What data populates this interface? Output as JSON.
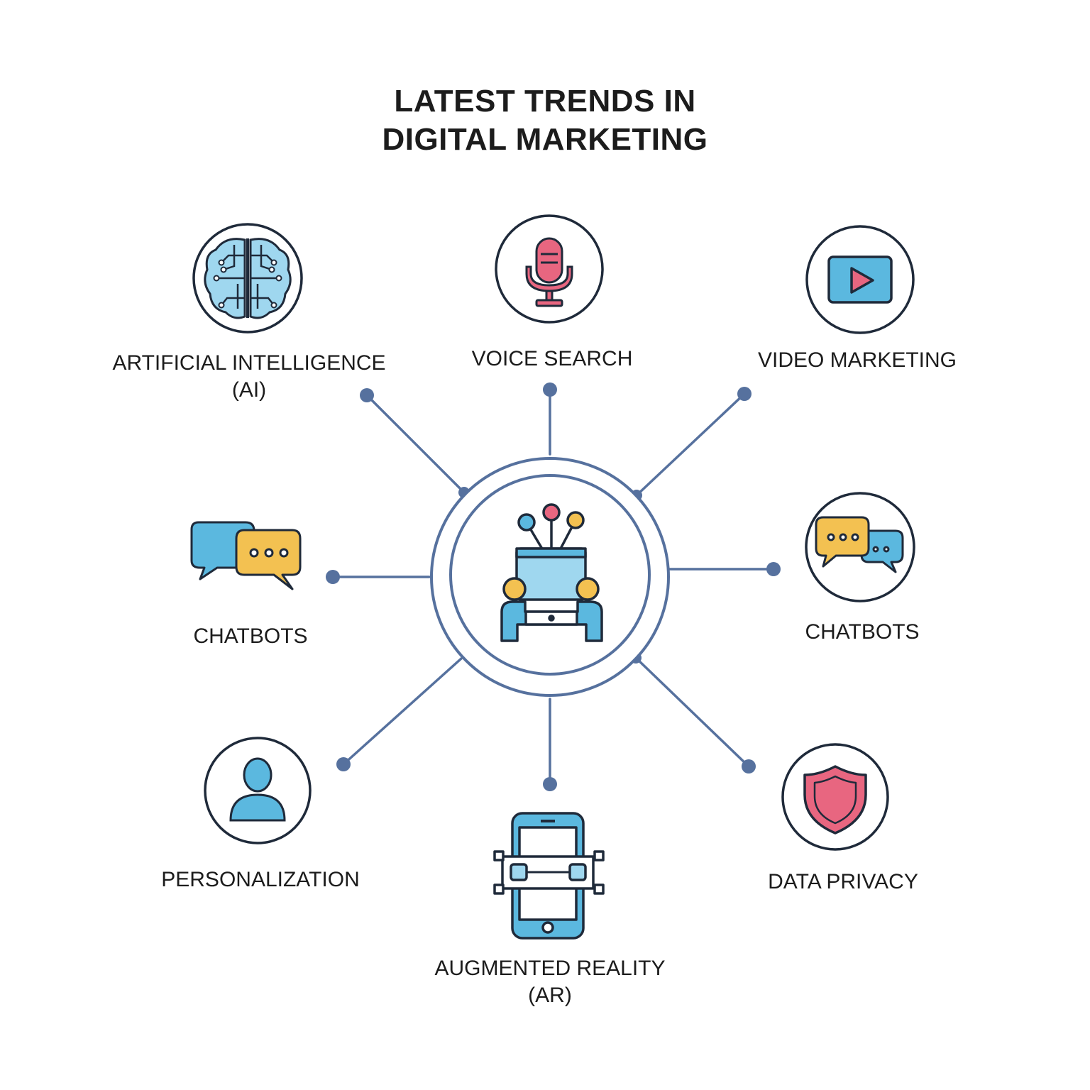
{
  "title": {
    "line1": "LATEST TRENDS IN",
    "line2": "DIGITAL MARKETING"
  },
  "colors": {
    "line": "#56719e",
    "outline": "#1f2a3a",
    "blue": "#5bb8df",
    "yellow": "#f3c151",
    "pink": "#e86680",
    "text": "#1c1c1c"
  },
  "hub": {
    "icon": "digital-marketing-hub-icon"
  },
  "trends": [
    {
      "id": "ai",
      "label_line1": "ARTIFICIAL INTELLIGENCE",
      "label_line2": "(AI)",
      "icon": "brain-circuit-icon"
    },
    {
      "id": "voice",
      "label_line1": "VOICE SEARCH",
      "label_line2": "",
      "icon": "microphone-icon"
    },
    {
      "id": "video",
      "label_line1": "VIDEO MARKETING",
      "label_line2": "",
      "icon": "play-video-icon"
    },
    {
      "id": "chat-left",
      "label_line1": "CHATBOTS",
      "label_line2": "",
      "icon": "chat-bubbles-icon"
    },
    {
      "id": "chat-right",
      "label_line1": "CHATBOTS",
      "label_line2": "",
      "icon": "chat-bubbles-icon"
    },
    {
      "id": "person",
      "label_line1": "PERSONALIZATION",
      "label_line2": "",
      "icon": "person-icon"
    },
    {
      "id": "ar",
      "label_line1": "AUGMENTED REALITY",
      "label_line2": "(AR)",
      "icon": "ar-phone-icon"
    },
    {
      "id": "privacy",
      "label_line1": "DATA PRIVACY",
      "label_line2": "",
      "icon": "shield-icon"
    }
  ]
}
